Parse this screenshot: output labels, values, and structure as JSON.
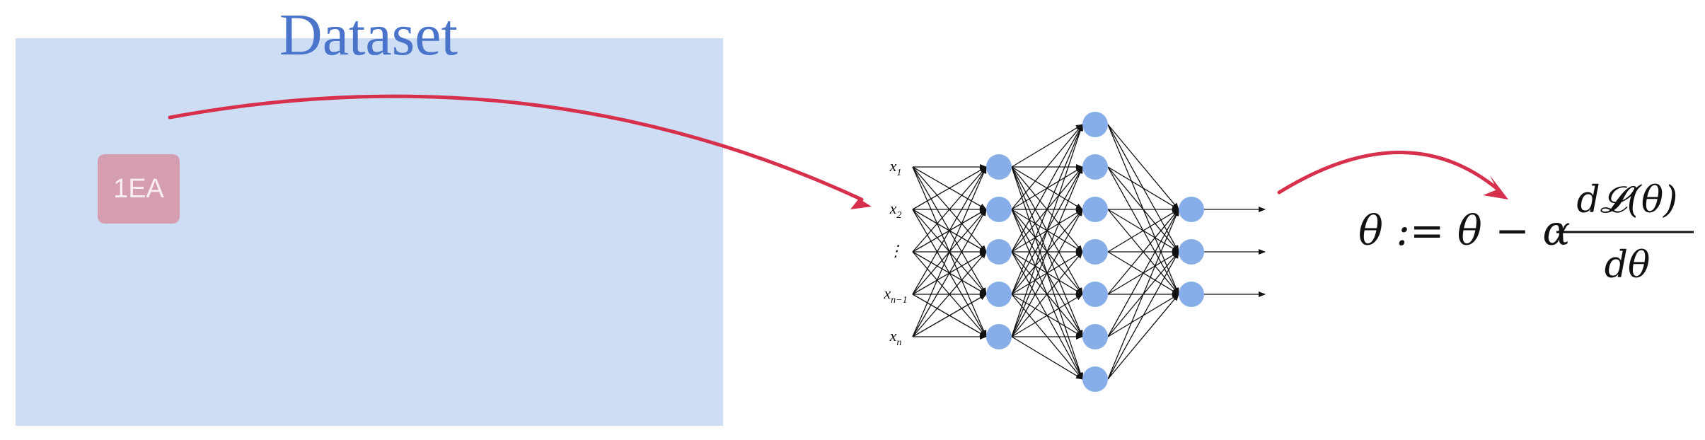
{
  "dataset": {
    "title": "Dataset",
    "sample_label": "1EA"
  },
  "network": {
    "input_labels": [
      {
        "base": "x",
        "sub": "1"
      },
      {
        "base": "x",
        "sub": "2"
      },
      {
        "base": "⋮",
        "sub": ""
      },
      {
        "base": "x",
        "sub": "n−1"
      },
      {
        "base": "x",
        "sub": "n"
      }
    ],
    "layer_sizes": [
      5,
      7,
      3
    ],
    "output_count": 3
  },
  "update_rule": {
    "lhs": "θ := θ − α",
    "numerator": "d𝓛(θ)",
    "denominator": "dθ"
  },
  "colors": {
    "panel_fill": "#cddef4",
    "title": "#4a74c9",
    "sample_tile": "#d59db0",
    "node": "#87aee8",
    "arrow": "#d6304c"
  },
  "icons": [
    "curved-arrow",
    "neural-network-diagram"
  ]
}
